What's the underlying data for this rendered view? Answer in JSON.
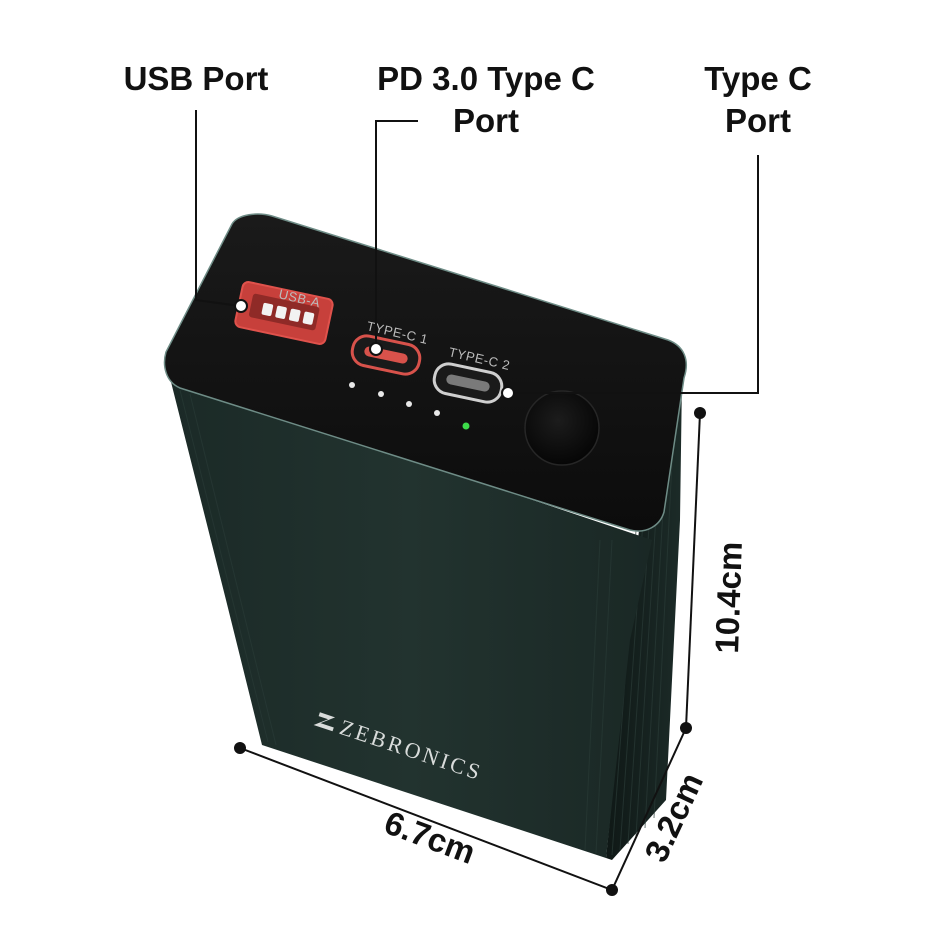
{
  "callouts": {
    "usb_port": "USB Port",
    "pd_type_c_line1": "PD 3.0 Type C",
    "pd_type_c_line2": "Port",
    "type_c_line1": "Type C",
    "type_c_line2": "Port"
  },
  "port_labels": {
    "usb_a": "USB-A",
    "type_c_1": "TYPE-C 1",
    "type_c_2": "TYPE-C 2"
  },
  "brand": "ZEBRONICS",
  "dimensions": {
    "height": "10.4cm",
    "width": "6.7cm",
    "depth": "3.2cm"
  },
  "indicator_leds": {
    "total": 5,
    "active_color": "#3ddc4a",
    "idle_color": "#e8e8e8"
  },
  "colors": {
    "body": "#1f302c",
    "top_panel": "#111111",
    "usb_port_accent": "#e0524c"
  }
}
